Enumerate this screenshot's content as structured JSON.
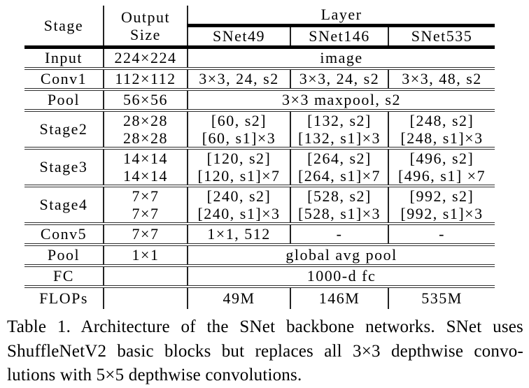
{
  "table": {
    "header": {
      "stage": "Stage",
      "output": [
        "Output",
        "Size"
      ],
      "layer": "Layer",
      "networks": [
        "SNet49",
        "SNet146",
        "SNet535"
      ]
    },
    "rows": [
      {
        "stage": "Input",
        "output": "224×224",
        "span": "image"
      },
      {
        "stage": "Conv1",
        "output": "112×112",
        "cells": [
          "3×3, 24, s2",
          "3×3, 24, s2",
          "3×3, 48, s2"
        ]
      },
      {
        "stage": "Pool",
        "output": "56×56",
        "span": "3×3 maxpool, s2"
      },
      {
        "stage": "Stage2",
        "output": [
          "28×28",
          "28×28"
        ],
        "cells": [
          [
            "[60, s2]",
            "[60, s1]×3"
          ],
          [
            "[132, s2]",
            "[132, s1]×3"
          ],
          [
            "[248, s2]",
            "[248, s1]×3"
          ]
        ]
      },
      {
        "stage": "Stage3",
        "output": [
          "14×14",
          "14×14"
        ],
        "cells": [
          [
            "[120, s2]",
            "[120, s1]×7"
          ],
          [
            "[264, s2]",
            "[264, s1]×7"
          ],
          [
            "[496, s2]",
            "[496, s1] ×7"
          ]
        ]
      },
      {
        "stage": "Stage4",
        "output": [
          "7×7",
          "7×7"
        ],
        "cells": [
          [
            "[240, s2]",
            "[240, s1]×3"
          ],
          [
            "[528, s2]",
            "[528, s1]×3"
          ],
          [
            "[992, s2]",
            "[992, s1]×3"
          ]
        ]
      },
      {
        "stage": "Conv5",
        "output": "7×7",
        "cells": [
          "1×1, 512",
          "-",
          "-"
        ]
      },
      {
        "stage": "Pool",
        "output": "1×1",
        "span": "global avg pool"
      },
      {
        "stage": "FC",
        "output": "",
        "span": "1000-d fc"
      },
      {
        "stage": "FLOPs",
        "output": "",
        "cells": [
          "49M",
          "146M",
          "535M"
        ]
      }
    ]
  },
  "caption": {
    "lines": [
      "Table 1.  Architecture of the SNet backbone networks. SNet uses",
      "ShuffleNetV2 basic blocks but replaces all 3×3 depthwise convo-",
      "lutions with 5×5 depthwise convolutions."
    ]
  }
}
